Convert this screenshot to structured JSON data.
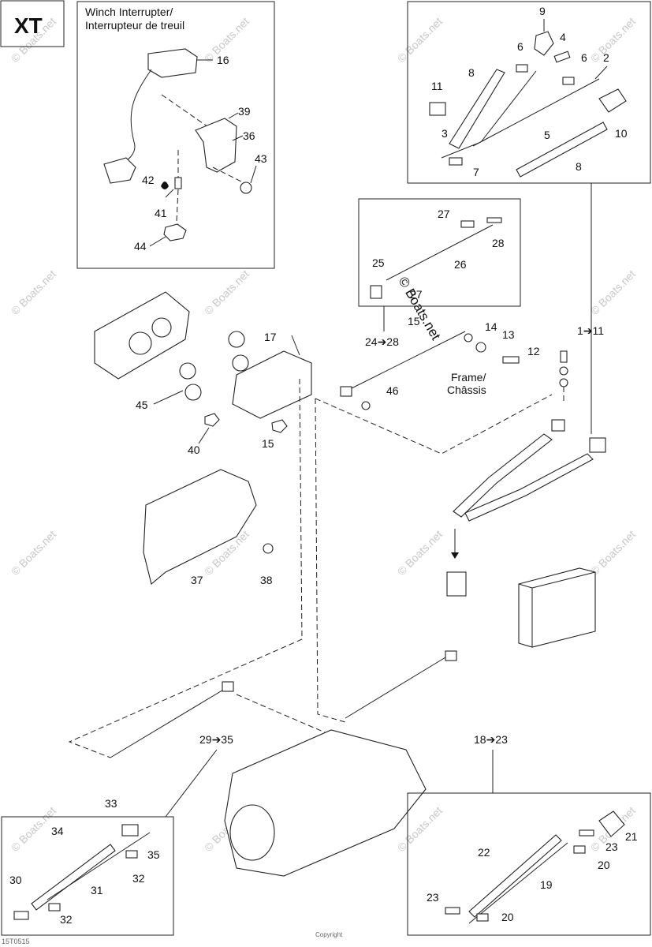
{
  "model_tag": "XT",
  "winch_interrupter": {
    "title_en": "Winch Interrupter/",
    "title_fr": "Interrupteur de treuil"
  },
  "frame_label": {
    "en": "Frame/",
    "fr": "Châssis"
  },
  "watermark": "© Boats.net",
  "diagram_code": "15T0515",
  "copyright": "Copyright",
  "callouts": {
    "c16": "16",
    "c39": "39",
    "c36": "36",
    "c43": "43",
    "c42": "42",
    "c41": "41",
    "c44": "44",
    "c9": "9",
    "c4": "4",
    "c6a": "6",
    "c6b": "6",
    "c2": "2",
    "c8a": "8",
    "c8b": "8",
    "c11": "11",
    "c3": "3",
    "c5": "5",
    "c10": "10",
    "c7": "7",
    "c27a": "27",
    "c28": "28",
    "c25": "25",
    "c26": "26",
    "c27b": "27",
    "c17": "17",
    "c15a": "15",
    "c14": "14",
    "c13": "13",
    "c12": "12",
    "c24_28": "24➔28",
    "c46": "46",
    "c1_11": "1➔11",
    "c45": "45",
    "c40": "40",
    "c15b": "15",
    "c37": "37",
    "c38": "38",
    "c29_35": "29➔35",
    "c18_23": "18➔23",
    "c33": "33",
    "c34": "34",
    "c35": "35",
    "c32a": "32",
    "c30": "30",
    "c31": "31",
    "c32b": "32",
    "c21": "21",
    "c22": "22",
    "c23a": "23",
    "c20a": "20",
    "c19": "19",
    "c23b": "23",
    "c20b": "20"
  }
}
